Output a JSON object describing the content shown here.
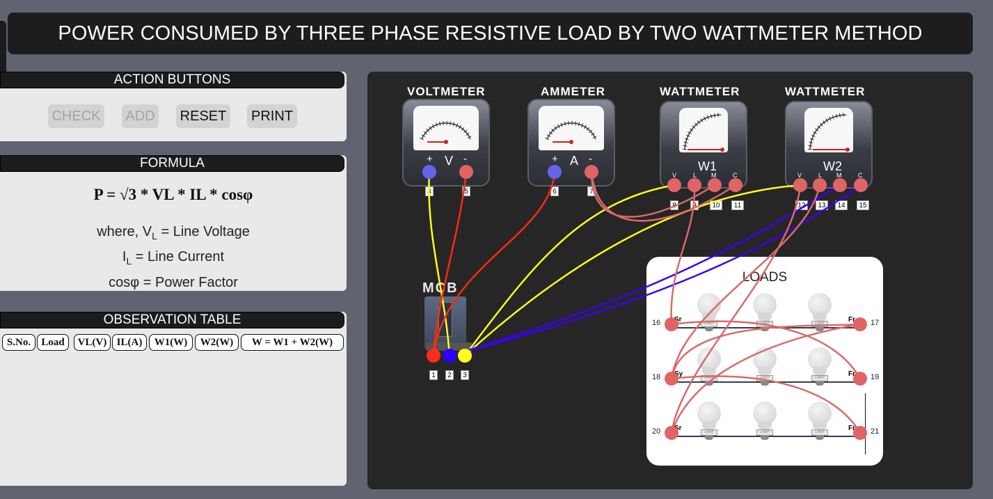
{
  "page": {
    "title": "POWER CONSUMED BY THREE PHASE RESISTIVE LOAD BY TWO WATTMETER METHOD"
  },
  "action_panel": {
    "heading": "ACTION BUTTONS",
    "buttons": {
      "check": "CHECK",
      "add": "ADD",
      "reset": "RESET",
      "print": "PRINT"
    }
  },
  "formula_panel": {
    "heading": "FORMULA",
    "main": "P = √3 * VL * IL * cosφ",
    "where_prefix": "where, V",
    "where_sub": "L",
    "where_suffix": " = Line Voltage",
    "il_prefix": "I",
    "il_sub": "L",
    "il_suffix": " = Line Current",
    "pf": "cosφ = Power Factor"
  },
  "observation_panel": {
    "heading": "OBSERVATION TABLE",
    "columns": [
      "S.No.",
      "Load",
      "VL(V)",
      "IL(A)",
      "W1(W)",
      "W2(W)",
      "W = W1 + W2(W)"
    ]
  },
  "meters": {
    "voltmeter": {
      "label": "VOLTMETER",
      "symbol": "V"
    },
    "ammeter": {
      "label": "AMMETER",
      "symbol": "A"
    },
    "wattmeter1": {
      "label": "WATTMETER",
      "symbol": "W1"
    },
    "wattmeter2": {
      "label": "WATTMETER",
      "symbol": "W2"
    },
    "plus": "+",
    "minus": "-",
    "w_terminals": [
      "V",
      "L",
      "M",
      "C"
    ]
  },
  "terminals": [
    "1",
    "2",
    "3",
    "4",
    "5",
    "6",
    "7",
    "8",
    "9",
    "10",
    "11",
    "12",
    "13",
    "14",
    "15",
    "16",
    "17",
    "18",
    "19",
    "20",
    "21"
  ],
  "mcb": {
    "label": "MCB"
  },
  "loads": {
    "title": "LOADS",
    "row_labels_left": [
      "Sr",
      "Sy",
      "Sr"
    ],
    "row_labels_right": [
      "Fr",
      "Fr",
      "Fr"
    ],
    "lamp_text": "LAMP"
  },
  "colors": {
    "red": "#ff2a1a",
    "blue": "#2a00ff",
    "yellow": "#ffff1a",
    "wire_red": "#ff2a10",
    "wire_pink": "#d96a6a",
    "wire_blue": "#3a00f0",
    "terminal_blue": "#6464ec",
    "terminal_pink": "#e06464"
  }
}
